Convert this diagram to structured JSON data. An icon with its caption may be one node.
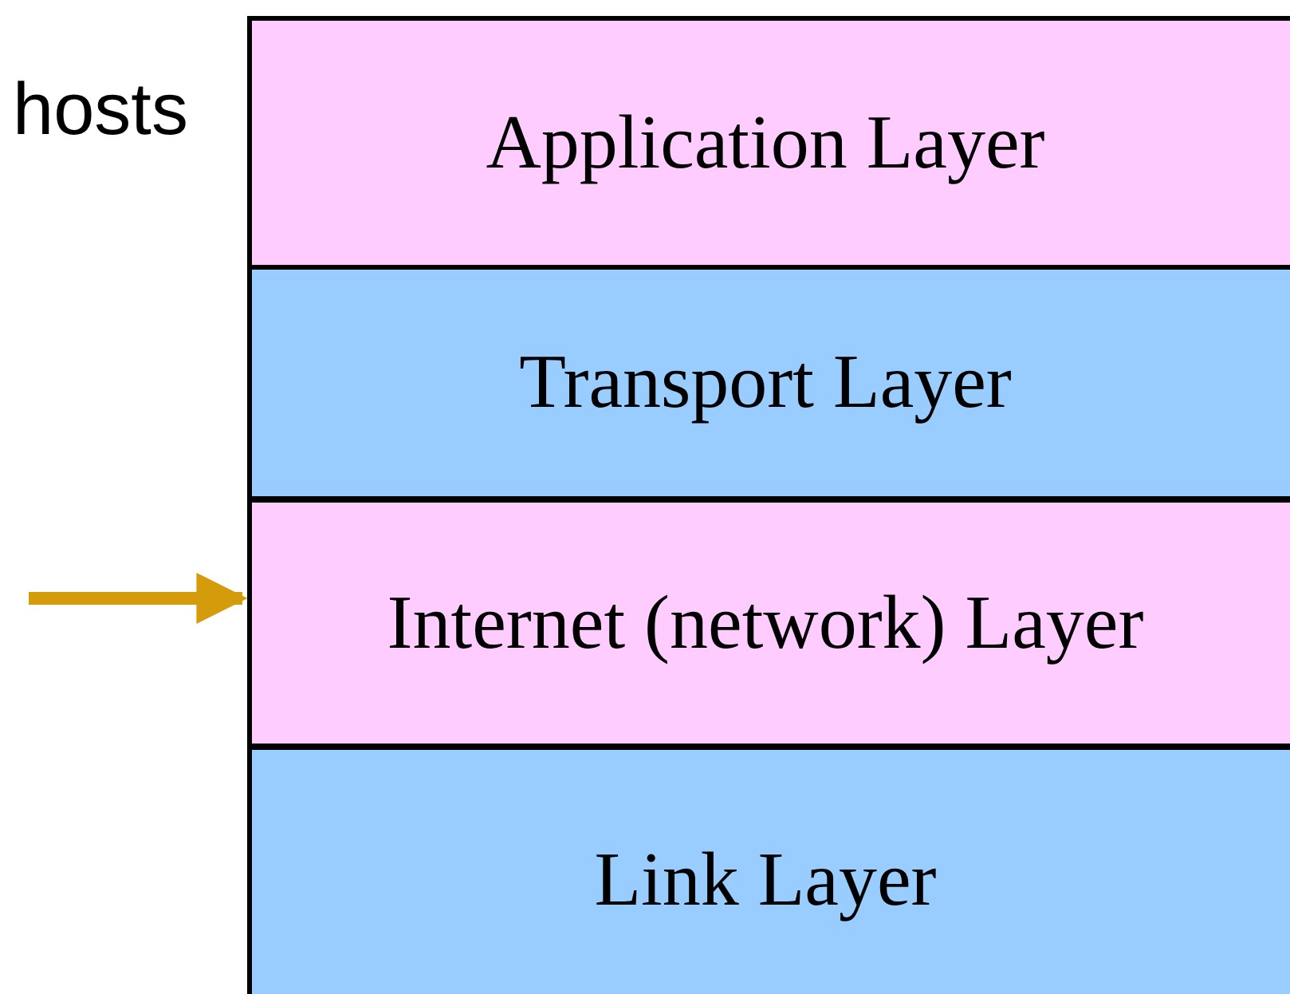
{
  "diagram": {
    "nodes": [
      {
        "text": [
          "Application Layer"
        ]
      },
      {
        "text": [
          "Transport Layer"
        ]
      },
      {
        "text": [
          "Internet (network) Layer"
        ]
      },
      {
        "text": [
          "Link Layer"
        ]
      }
    ],
    "edges": [
      {
        "from": null,
        "to": 2,
        "arrow": "to",
        "color": "#d49b0a"
      }
    ],
    "labels": [
      "hosts"
    ]
  }
}
